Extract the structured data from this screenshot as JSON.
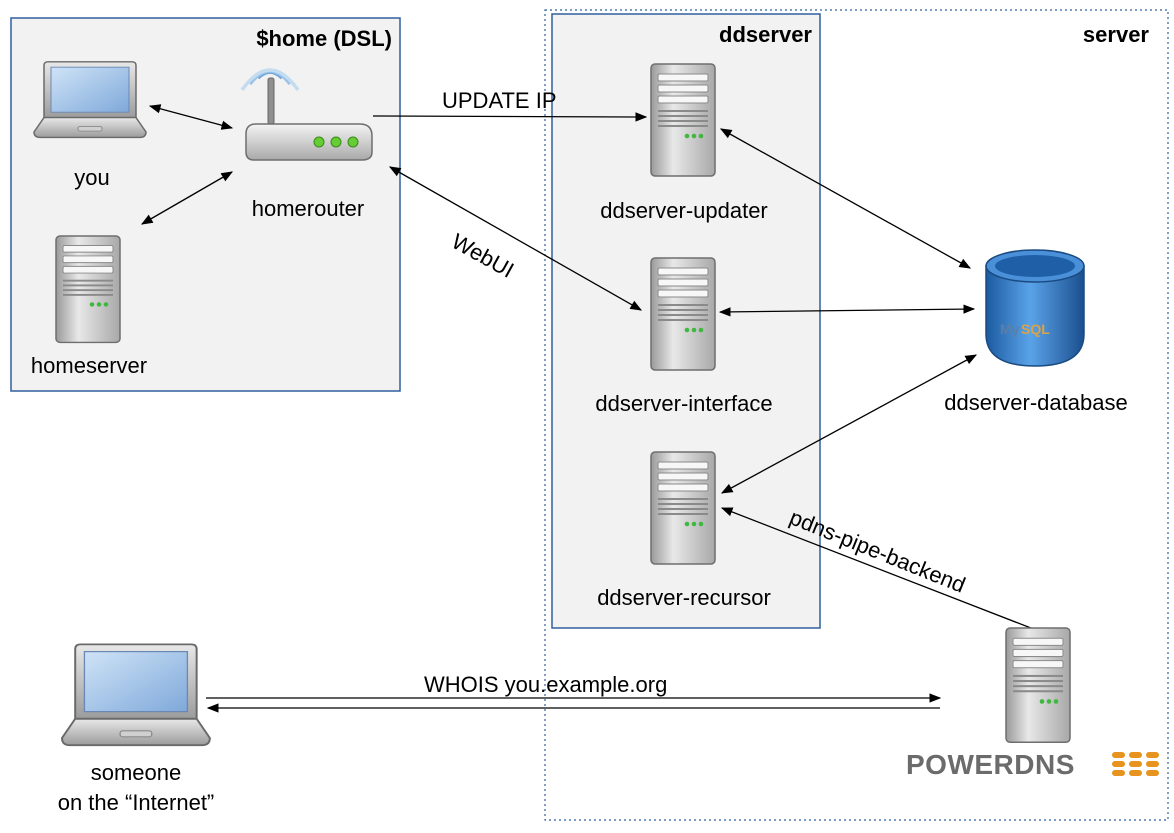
{
  "boxes": {
    "home": {
      "title": "$home (DSL)"
    },
    "ddserver": {
      "title": "ddserver"
    },
    "server": {
      "title": "server"
    }
  },
  "nodes": {
    "you": {
      "label": "you"
    },
    "homerouter": {
      "label": "homerouter"
    },
    "homeserver": {
      "label": "homeserver"
    },
    "updater": {
      "label": "ddserver-updater"
    },
    "interface": {
      "label": "ddserver-interface"
    },
    "recursor": {
      "label": "ddserver-recursor"
    },
    "database": {
      "label": "ddserver-database"
    },
    "someone": {
      "label_line1": "someone",
      "label_line2": "on the “Internet”"
    },
    "powerdns": {
      "logo_text": "POWERDNS",
      "icon": "server-icon"
    }
  },
  "edges": {
    "update_ip": "UPDATE IP",
    "webui": "WebUI",
    "pipe_backend": "pdns-pipe-backend",
    "whois": "WHOIS you.example.org"
  },
  "colors": {
    "home_fill": "#f2f2f2",
    "home_border": "#2f5f9e",
    "ddserver_fill": "#f2f2f2",
    "server_border": "#2f5f9e",
    "screen_blue": "#8fb7e3",
    "db_blue": "#2c78c8",
    "router_led": "#66cc33"
  }
}
